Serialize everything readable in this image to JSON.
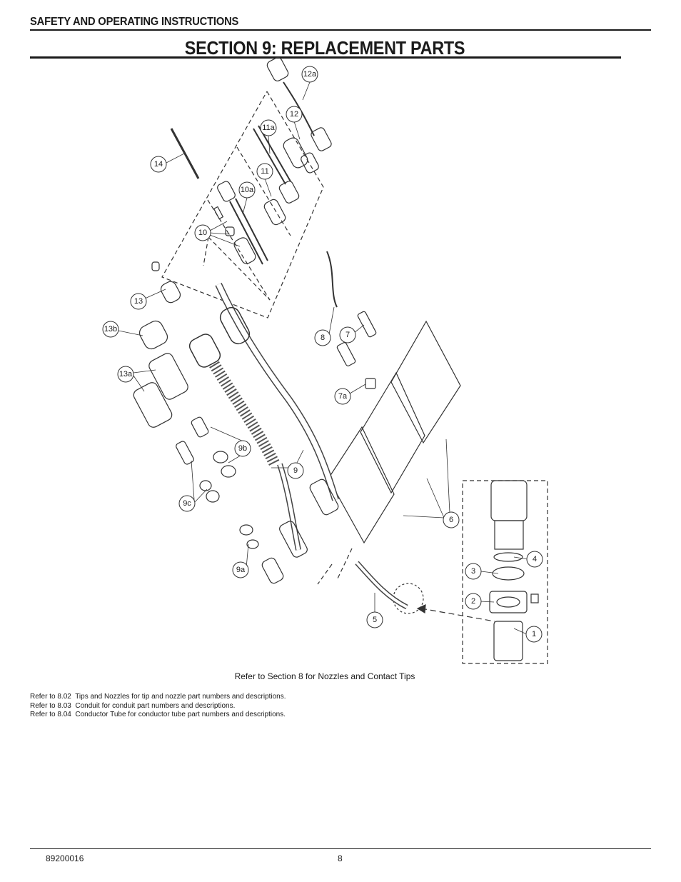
{
  "header": {
    "section_label": "SAFETY AND OPERATING INSTRUCTIONS"
  },
  "page_title": "SECTION 9: REPLACEMENT PARTS",
  "callouts": [
    "12a",
    "12",
    "11a",
    "11",
    "14",
    "10a",
    "10",
    "13",
    "13b",
    "13a",
    "8",
    "7",
    "7a",
    "9b",
    "9",
    "9c",
    "6",
    "4",
    "3",
    "2",
    "1",
    "9a",
    "5"
  ],
  "center_note": "Refer to Section 8 for Nozzles and Contact Tips",
  "references": [
    "Refer to 8.02  Tips and Nozzles for tip and nozzle part numbers and descriptions.",
    "Refer to 8.03  Conduit for conduit part numbers and descriptions.",
    "Refer to 8.04  Conductor Tube for conductor tube part numbers and descriptions."
  ],
  "footer": {
    "doc_number": "89200016",
    "page_number": "8"
  }
}
